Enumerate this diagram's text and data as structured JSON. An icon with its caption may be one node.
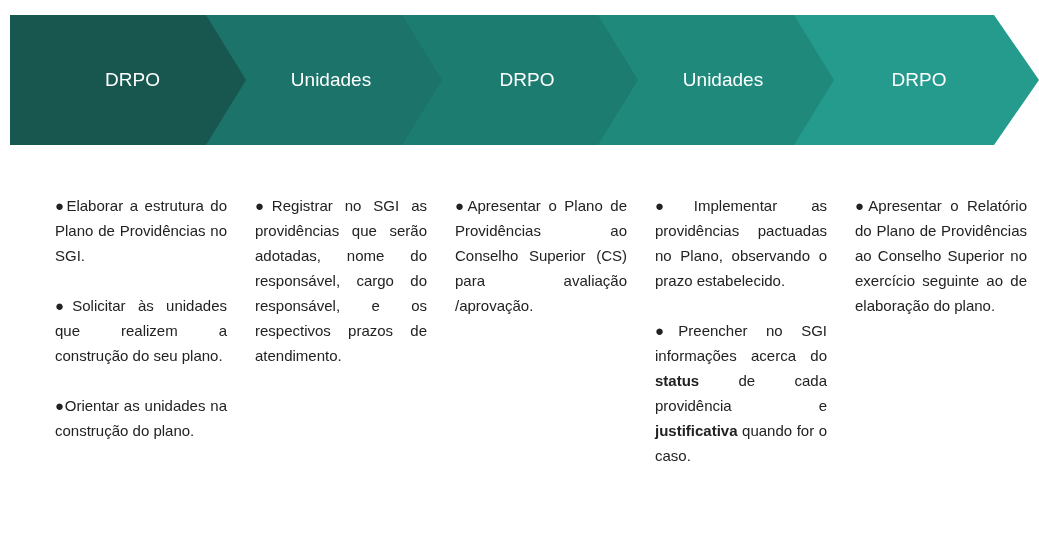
{
  "diagram": {
    "nodes": [
      {
        "text": [
          "DRPO"
        ],
        "beside": [
          "●Elaborar a estrutura do Plano de Providências no SGI.",
          "●Solicitar às unidades que realizem a construção do seu plano.",
          "●Orientar as unidades na construção do plano."
        ]
      },
      {
        "text": [
          "Unidades"
        ],
        "beside": [
          "●Registrar no SGI as providências que serão adotadas, nome do responsável, cargo do responsável, e os respectivos prazos de atendimento."
        ]
      },
      {
        "text": [
          "DRPO"
        ],
        "beside": [
          "●Apresentar o Plano de Providências ao Conselho Superior (CS) para avaliação /aprovação."
        ]
      },
      {
        "text": [
          "Unidades"
        ],
        "beside": [
          "●Implementar as providências pactuadas no Plano, observando o prazo estabelecido.",
          "●Preencher no SGI informações acerca do **status** de cada providência e **justificativa** quando for o caso."
        ]
      },
      {
        "text": [
          "DRPO"
        ],
        "beside": [
          "●Apresentar o Relatório do Plano de Providências ao Conselho Superior no exercício seguinte ao de elaboração do plano."
        ]
      }
    ]
  }
}
